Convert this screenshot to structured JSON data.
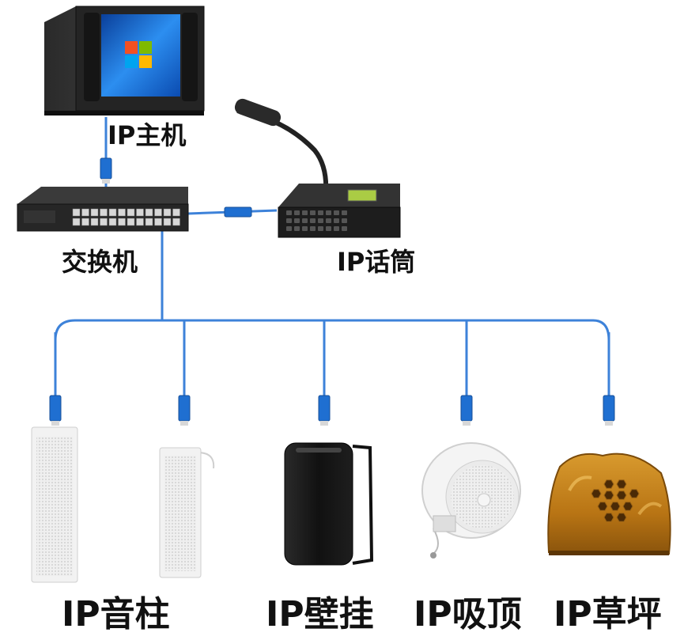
{
  "labels": {
    "host": "IP主机",
    "switch": "交换机",
    "microphone": "IP话筒",
    "column_speaker": "IP音柱",
    "wall_speaker": "IP壁挂",
    "ceiling_speaker": "IP吸顶",
    "lawn_speaker": "IP草坪"
  },
  "colors": {
    "cable": "#3d82d9",
    "connector": "#1f6fd1",
    "device_dark": "#1c1c1c",
    "screen_blue": "#1e6ed8",
    "speaker_white": "#e9e9e9",
    "lawn_amber": "#c8891e"
  }
}
